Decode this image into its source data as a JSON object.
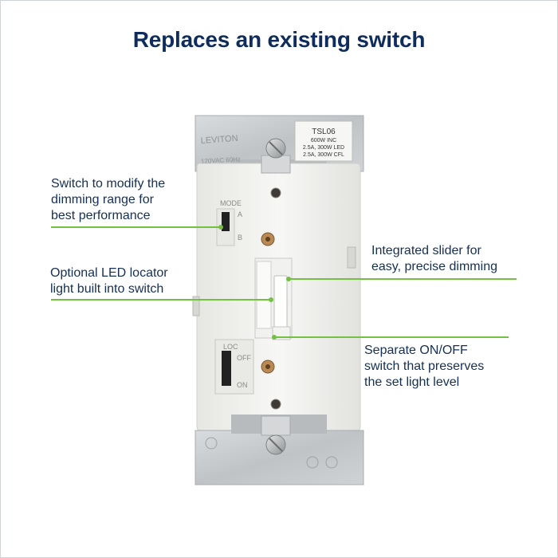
{
  "title": "Replaces an existing switch",
  "callouts": {
    "mode_switch": [
      "Switch to modify the",
      "dimming range for",
      "best performance"
    ],
    "led_locator": [
      "Optional LED locator",
      "light built into switch"
    ],
    "slider": [
      "Integrated slider for",
      "easy, precise dimming"
    ],
    "on_off": [
      "Separate ON/OFF",
      "switch that preserves",
      "the set light level"
    ]
  },
  "device_label": {
    "model": "TSL06",
    "line1": "600W INC",
    "line2": "2.5A, 300W LED",
    "line3": "2.5A, 300W CFL"
  },
  "device_marks": {
    "brand": "LEVITON",
    "rating": "120VAC 60Hz",
    "mode_label": "MODE",
    "mode_a": "A",
    "mode_b": "B",
    "loc_label": "LOC",
    "off_label": "OFF",
    "on_label": "ON"
  },
  "colors": {
    "title": "#0f2d5c",
    "callout_text": "#152f55",
    "leader_line": "#74c043",
    "strap_metal": "#c9ccce",
    "body_white": "#f4f4f2"
  }
}
